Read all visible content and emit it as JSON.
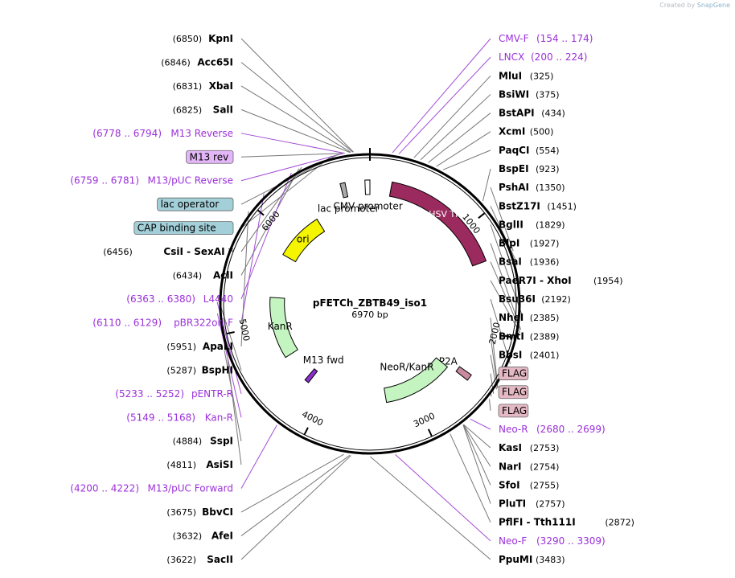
{
  "credit": {
    "prefix": "Created by",
    "brand": "SnapGene"
  },
  "plasmid": {
    "name": "pFETCh_ZBTB49_iso1",
    "length_label": "6970 bp",
    "length": 6970
  },
  "ticks": [
    {
      "pos": 1000,
      "label": "1000"
    },
    {
      "pos": 2000,
      "label": "2000"
    },
    {
      "pos": 3000,
      "label": "3000"
    },
    {
      "pos": 4000,
      "label": "4000"
    },
    {
      "pos": 5000,
      "label": "5000"
    },
    {
      "pos": 6000,
      "label": "6000"
    }
  ],
  "enzymes": [
    {
      "name": "KpnI",
      "pos_label": "(6850)",
      "site": 6850
    },
    {
      "name": "Acc65I",
      "pos_label": "(6846)",
      "site": 6846
    },
    {
      "name": "XbaI",
      "pos_label": "(6831)",
      "site": 6831
    },
    {
      "name": "SalI",
      "pos_label": "(6825)",
      "site": 6825
    },
    {
      "name": "CsiI  -  SexAI *",
      "pos_label": "(6456)",
      "site": 6456
    },
    {
      "name": "AclI",
      "pos_label": "(6434)",
      "site": 6434
    },
    {
      "name": "ApaLI",
      "pos_label": "(5951)",
      "site": 5951
    },
    {
      "name": "BspHI",
      "pos_label": "(5287)",
      "site": 5287
    },
    {
      "name": "SspI",
      "pos_label": "(4884)",
      "site": 4884
    },
    {
      "name": "AsiSI",
      "pos_label": "(4811)",
      "site": 4811
    },
    {
      "name": "BbvCI",
      "pos_label": "(3675)",
      "site": 3675
    },
    {
      "name": "AfeI",
      "pos_label": "(3632)",
      "site": 3632
    },
    {
      "name": "SacII",
      "pos_label": "(3622)",
      "site": 3622
    },
    {
      "name": "PpuMI",
      "pos_label": "(3483)",
      "site": 3483
    },
    {
      "name": "MluI",
      "pos_label": "(325)",
      "site": 325
    },
    {
      "name": "BsiWI",
      "pos_label": "(375)",
      "site": 375
    },
    {
      "name": "BstAPI",
      "pos_label": "(434)",
      "site": 434
    },
    {
      "name": "XcmI",
      "pos_label": "(500)",
      "site": 500
    },
    {
      "name": "PaqCI",
      "pos_label": "(554)",
      "site": 554
    },
    {
      "name": "BspEI",
      "pos_label": "(923)",
      "site": 923
    },
    {
      "name": "PshAI",
      "pos_label": "(1350)",
      "site": 1350
    },
    {
      "name": "BstZ17I",
      "pos_label": "(1451)",
      "site": 1451
    },
    {
      "name": "BglII",
      "pos_label": "(1829)",
      "site": 1829
    },
    {
      "name": "BlpI",
      "pos_label": "(1927)",
      "site": 1927
    },
    {
      "name": "BsaI",
      "pos_label": "(1936)",
      "site": 1936
    },
    {
      "name": "PaeR7I  -  XhoI",
      "pos_label": "(1954)",
      "site": 1954
    },
    {
      "name": "Bsu36I",
      "pos_label": "(2192)",
      "site": 2192
    },
    {
      "name": "NheI",
      "pos_label": "(2385)",
      "site": 2385
    },
    {
      "name": "BmtI",
      "pos_label": "(2389)",
      "site": 2389
    },
    {
      "name": "BbsI",
      "pos_label": "(2401)",
      "site": 2401
    },
    {
      "name": "KasI",
      "pos_label": "(2753)",
      "site": 2753
    },
    {
      "name": "NarI",
      "pos_label": "(2754)",
      "site": 2754
    },
    {
      "name": "SfoI",
      "pos_label": "(2755)",
      "site": 2755
    },
    {
      "name": "PluTI",
      "pos_label": "(2757)",
      "site": 2757
    },
    {
      "name": "PflFI  -  Tth111I",
      "pos_label": "(2872)",
      "site": 2872
    }
  ],
  "primers": [
    {
      "name": "CMV-F",
      "range": "(154 .. 174)",
      "site": 164
    },
    {
      "name": "LNCX",
      "range": "(200 .. 224)",
      "site": 212
    },
    {
      "name": "M13 Reverse",
      "range": "(6778 .. 6794)",
      "site": 6786
    },
    {
      "name": "M13/pUC Reverse",
      "range": "(6759 .. 6781)",
      "site": 6770
    },
    {
      "name": "L4440",
      "range": "(6363 .. 6380)",
      "site": 6371
    },
    {
      "name": "pBR322ori-F",
      "range": "(6110 .. 6129)",
      "site": 6120
    },
    {
      "name": "pENTR-R",
      "range": "(5233 .. 5252)",
      "site": 5242
    },
    {
      "name": "Kan-R",
      "range": "(5149 .. 5168)",
      "site": 5158
    },
    {
      "name": "M13/pUC Forward",
      "range": "(4200 .. 4222)",
      "site": 4211
    },
    {
      "name": "Neo-R",
      "range": "(2680 .. 2699)",
      "site": 2690
    },
    {
      "name": "Neo-F",
      "range": "(3290 .. 3309)",
      "site": 3300
    }
  ],
  "boxed_labels": [
    {
      "name": "M13 rev",
      "color": "#e3b6f7",
      "site": 6786
    },
    {
      "name": "lac operator",
      "color": "#a3cfd9",
      "site": 6735
    },
    {
      "name": "CAP binding site",
      "color": "#a3cfd9",
      "site": 6690
    },
    {
      "name": "FLAG",
      "color": "#e5b9c4",
      "site": 2440
    },
    {
      "name": "FLAG",
      "color": "#e5b9c4",
      "site": 2465
    },
    {
      "name": "FLAG",
      "color": "#e5b9c4",
      "site": 2490
    }
  ],
  "features": [
    {
      "name": "HSV TK",
      "start": 200,
      "end": 1350,
      "ring": 0.78,
      "color": "#9b2a5e",
      "label_inside": true
    },
    {
      "name": "CMV promoter",
      "start": 6925,
      "end": 6970,
      "ring": 0.78,
      "color": "#ffffff",
      "label_inside": false
    },
    {
      "name": "lac promoter",
      "start": 6700,
      "end": 6745,
      "ring": 0.78,
      "color": "#aaaaaa",
      "label_inside": false
    },
    {
      "name": "ori",
      "start": 5800,
      "end": 6350,
      "ring": 0.62,
      "color": "#f5f500",
      "label_inside": true
    },
    {
      "name": "KanR",
      "start": 5300,
      "end": 4600,
      "ring": 0.62,
      "color": "#c4f5c0",
      "label_inside": true
    },
    {
      "name": "M13 fwd",
      "start": 4270,
      "end": 4220,
      "ring": 0.62,
      "color": "#8e2ecf",
      "label_inside": false
    },
    {
      "name": "P2A",
      "start": 2420,
      "end": 2480,
      "ring": 0.78,
      "color": "#c9899e",
      "label_inside": false
    },
    {
      "name": "NeoR/KanR",
      "start": 2500,
      "end": 3300,
      "ring": 0.62,
      "color": "#c4f5c0",
      "label_inside": false
    }
  ]
}
